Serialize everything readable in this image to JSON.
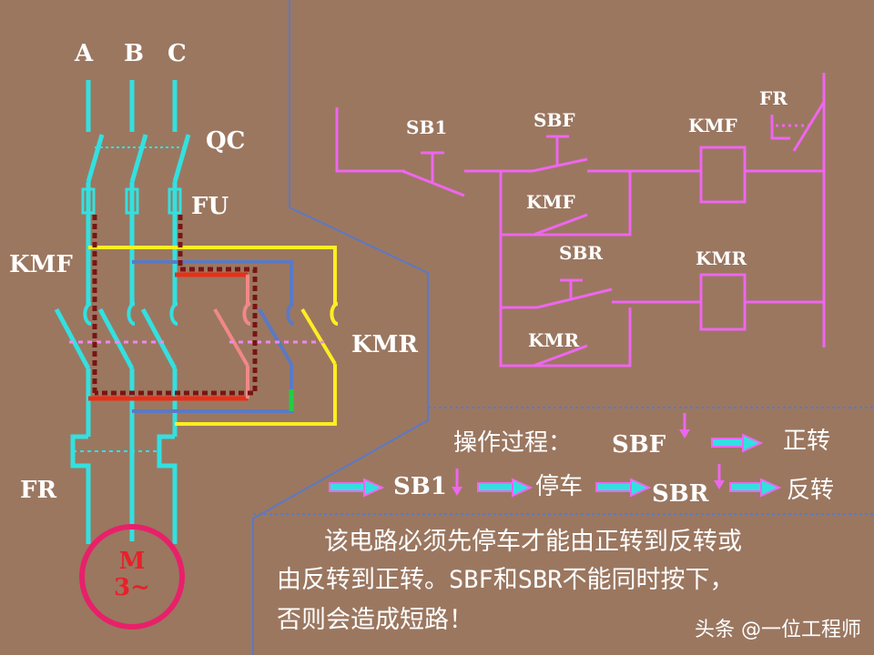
{
  "phases": [
    "A",
    "B",
    "C"
  ],
  "power_labels": {
    "qc": "QC",
    "fu": "FU",
    "kmf": "KMF",
    "kmr": "KMR",
    "fr": "FR"
  },
  "motor": {
    "line1": "M",
    "line2": "3~"
  },
  "control_labels": {
    "sb1": "SB1",
    "sbf": "SBF",
    "kmf_coil": "KMF",
    "fr": "FR",
    "kmf_contact": "KMF",
    "sbr": "SBR",
    "kmr_coil": "KMR",
    "kmr_contact": "KMR"
  },
  "process": {
    "title": "操作过程：",
    "sbf": "SBF",
    "forward": "正转",
    "sb1": "SB1",
    "stop": "停车",
    "sbr": "SBR",
    "reverse": "反转"
  },
  "note": {
    "line1": "该电路必须先停车才能由正转到反转或",
    "line2": "由反转到正转。SBF和SBR不能同时按下，",
    "line3": "否则会造成短路！"
  },
  "watermark": "头条 @一位工程师",
  "colors": {
    "background": "#9b7760",
    "power_line": "#33e0e0",
    "control_line": "#ee66ee",
    "kmf_bus": "#ffee22",
    "kmr_bus": "#5b79c4",
    "short_path": "#7a1414",
    "red_bar": "#e83018",
    "motor": "#e8206a",
    "divider": "#5b79c4"
  }
}
